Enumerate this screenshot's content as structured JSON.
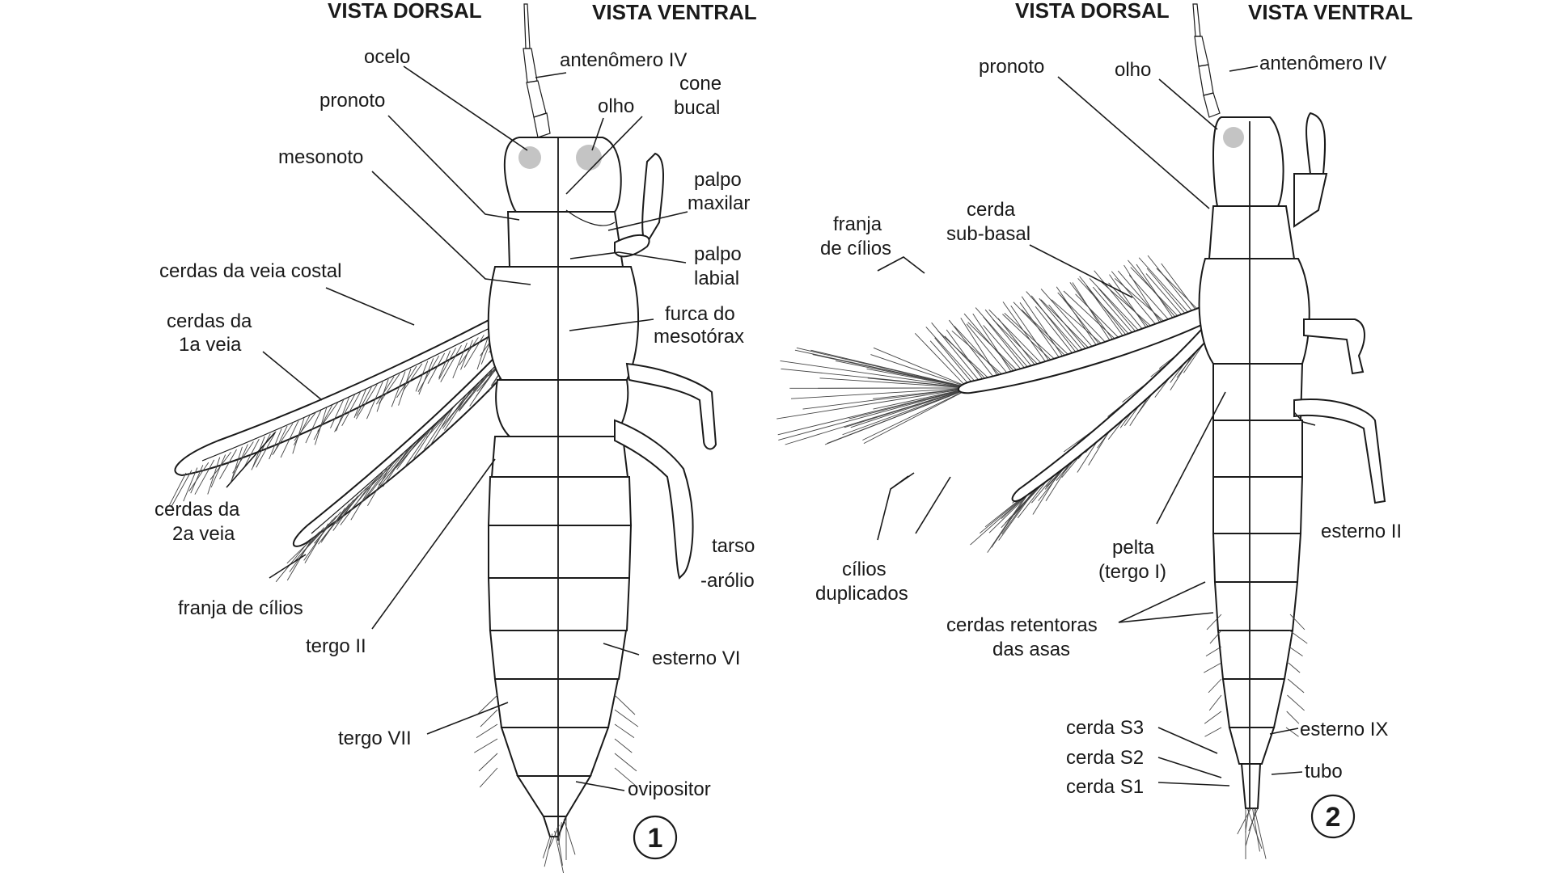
{
  "figure1": {
    "header_dorsal": "VISTA DORSAL",
    "header_ventral": "VISTA VENTRAL",
    "number": "1",
    "labels": {
      "ocelo": "ocelo",
      "antenomero": "antenômero IV",
      "cone": "cone",
      "bucal": "bucal",
      "olho": "olho",
      "pronoto": "pronoto",
      "mesonoto": "mesonoto",
      "palpo_max_1": "palpo",
      "palpo_max_2": "maxilar",
      "palpo_lab_1": "palpo",
      "palpo_lab_2": "labial",
      "veia_costal": "cerdas da veia costal",
      "furca_1": "furca do",
      "furca_2": "mesotórax",
      "veia1_1": "cerdas da",
      "veia1_2": "1a veia",
      "veia2_1": "cerdas da",
      "veia2_2": "2a veia",
      "tarso": "tarso",
      "arolio": "-arólio",
      "franja": "franja de cílios",
      "tergo2": "tergo II",
      "esterno6": "esterno VI",
      "tergo7": "tergo VII",
      "ovipositor": "ovipositor"
    }
  },
  "figure2": {
    "header_dorsal": "VISTA DORSAL",
    "header_ventral": "VISTA VENTRAL",
    "number": "2",
    "labels": {
      "pronoto": "pronoto",
      "olho": "olho",
      "antenomero": "antenômero IV",
      "franja_1": "franja",
      "franja_2": "de cílios",
      "cerda_sb_1": "cerda",
      "cerda_sb_2": "sub-basal",
      "esterno2": "esterno II",
      "pelta_1": "pelta",
      "pelta_2": "(tergo I)",
      "cilios_1": "cílios",
      "cilios_2": "duplicados",
      "retentoras_1": "cerdas retentoras",
      "retentoras_2": "das asas",
      "s3": "cerda S3",
      "s2": "cerda S2",
      "s1": "cerda S1",
      "esterno9": "esterno IX",
      "tubo": "tubo"
    }
  }
}
